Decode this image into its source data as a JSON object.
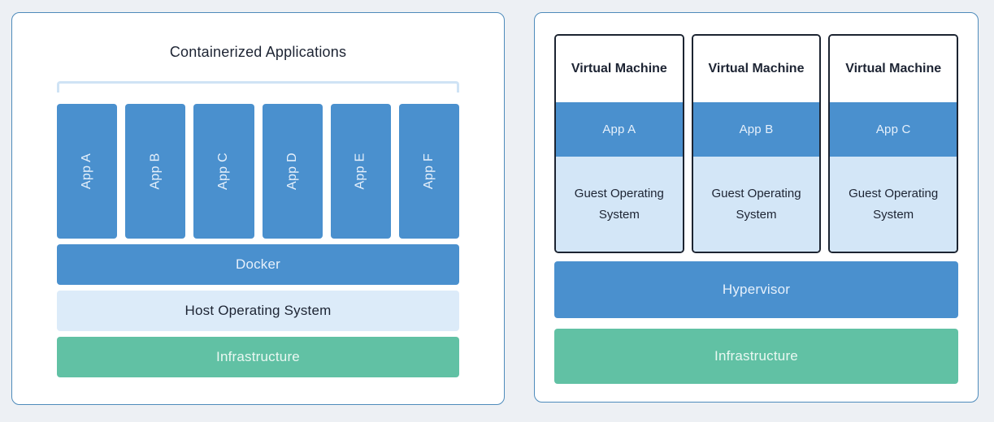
{
  "colors": {
    "page_background": "#edf0f4",
    "panel_border": "#4e8bbb",
    "blue": "#4a90ce",
    "host_os_light_blue": "#dcebf9",
    "guest_os_light_blue": "#d3e6f7",
    "green": "#61c1a4",
    "dark_text": "#1d2433",
    "bracket_light_blue": "#cfe3f5",
    "vm_border": "#1c2431"
  },
  "containers_panel": {
    "title": "Containerized Applications",
    "apps": [
      "App A",
      "App B",
      "App C",
      "App D",
      "App E",
      "App F"
    ],
    "docker_label": "Docker",
    "host_os_label": "Host Operating System",
    "infrastructure_label": "Infrastructure"
  },
  "vm_panel": {
    "vms": [
      {
        "title": "Virtual Machine",
        "app": "App A",
        "os": "Guest Operating System"
      },
      {
        "title": "Virtual Machine",
        "app": "App B",
        "os": "Guest Operating System"
      },
      {
        "title": "Virtual Machine",
        "app": "App C",
        "os": "Guest Operating System"
      }
    ],
    "hypervisor_label": "Hypervisor",
    "infrastructure_label": "Infrastructure"
  }
}
